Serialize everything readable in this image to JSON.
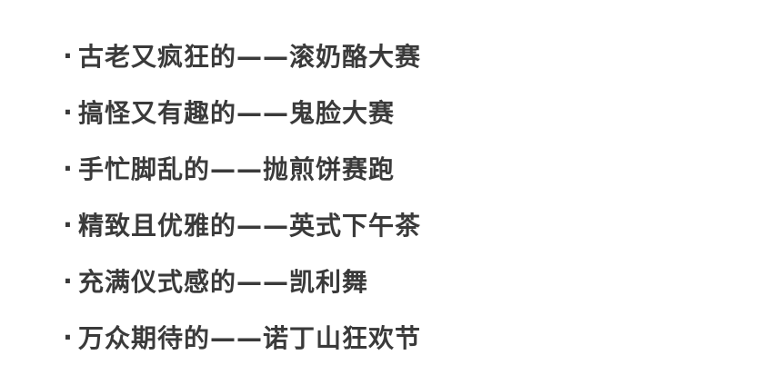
{
  "list": {
    "items": [
      {
        "bullet": "·",
        "text": "古老又疯狂的——滚奶酪大赛"
      },
      {
        "bullet": "·",
        "text": "搞怪又有趣的——鬼脸大赛"
      },
      {
        "bullet": "·",
        "text": "手忙脚乱的——抛煎饼赛跑"
      },
      {
        "bullet": "·",
        "text": "精致且优雅的——英式下午茶"
      },
      {
        "bullet": "·",
        "text": "充满仪式感的——凯利舞"
      },
      {
        "bullet": "·",
        "text": "万众期待的——诺丁山狂欢节"
      }
    ]
  }
}
